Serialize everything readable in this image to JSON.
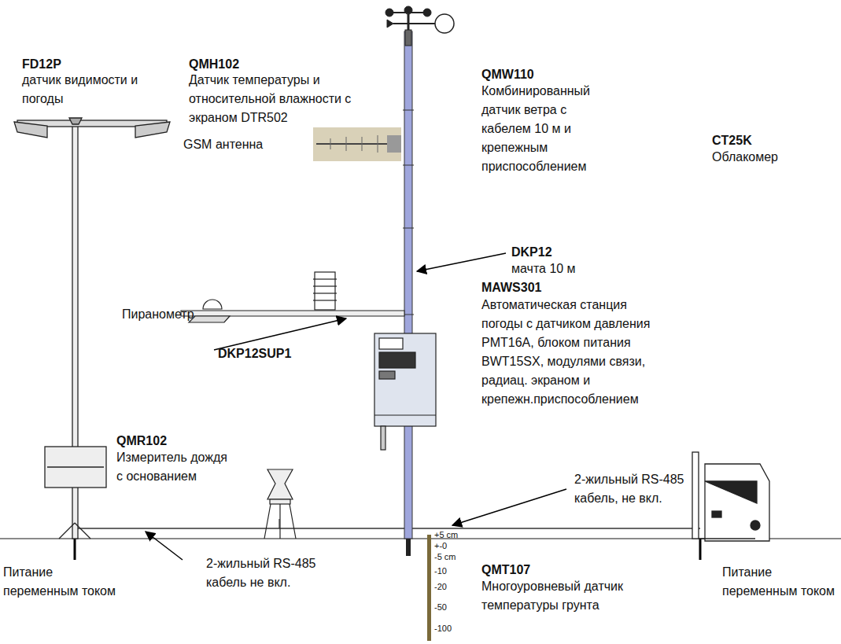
{
  "diagram": {
    "labels": [
      "QMW110",
      "Комбинированный датчик ветра с кабелем 10 м и крепежным приспособлением",
      "GSM антенна",
      "FD12P",
      "датчик видимости и погоды",
      "QMH102",
      "Датчик температуры и относительной влажности с экраном DTR502",
      "DKP12",
      "мачта 10 м",
      "MAWS301",
      "Автоматическая станция погоды с датчиком давления PMT16A, блоком питания BWT15SX, модулями связи, радиац. экраном и крепежн.приспособлением",
      "Пиранометр",
      "DKP12SUP1",
      "CT25K",
      "Облакомер",
      "QMR102",
      "Измеритель дождя с основанием",
      "2-жильный RS-485 кабель, не вкл.",
      "2-жильный RS-485 кабель не вкл.",
      "Питание переменным током",
      "Питание переменным током",
      "QMT107",
      "Многоуровневый датчик температуры грунта",
      "+5 cm",
      "+-0",
      "-5 cm",
      "-10",
      "-20",
      "-50",
      "-100"
    ]
  }
}
